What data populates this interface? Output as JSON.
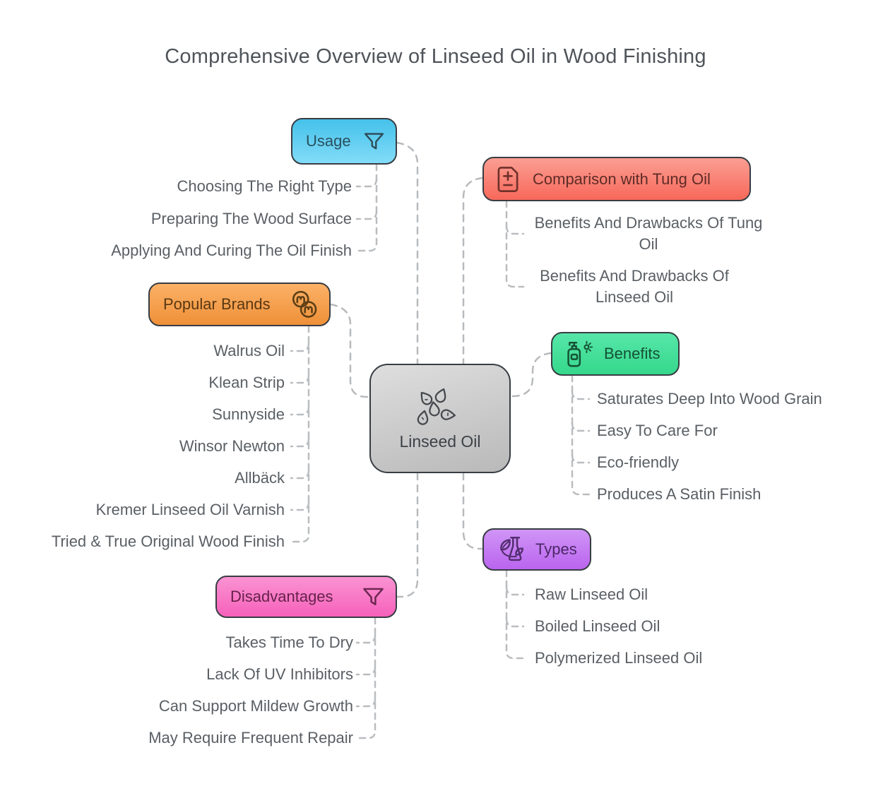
{
  "title": "Comprehensive Overview of Linseed Oil in Wood Finishing",
  "center": {
    "label": "Linseed Oil",
    "icon": "flax-seeds-icon"
  },
  "branches": {
    "usage": {
      "label": "Usage",
      "icon": "funnel-icon",
      "color": "#4ac4ec",
      "children": [
        "Choosing The Right Type",
        "Preparing The Wood Surface",
        "Applying And Curing The Oil Finish"
      ]
    },
    "comparison": {
      "label": "Comparison with Tung Oil",
      "icon": "file-diff-icon",
      "color": "#f8796b",
      "children": [
        "Benefits And Drawbacks Of Tung Oil",
        "Benefits And Drawbacks Of Linseed Oil"
      ]
    },
    "brands": {
      "label": "Popular Brands",
      "icon": "coins-icon",
      "color": "#f5a04c",
      "children": [
        "Walrus Oil",
        "Klean Strip",
        "Sunnyside",
        "Winsor Newton",
        "Allbäck",
        "Kremer Linseed Oil Varnish",
        "Tried & True Original Wood Finish"
      ]
    },
    "benefits": {
      "label": "Benefits",
      "icon": "soap-bottle-sparkle-icon",
      "color": "#45df99",
      "children": [
        "Saturates Deep Into Wood Grain",
        "Easy To Care For",
        "Eco-friendly",
        "Produces A Satin Finish"
      ]
    },
    "types": {
      "label": "Types",
      "icon": "flask-leaves-icon",
      "color": "#c57ef2",
      "children": [
        "Raw Linseed Oil",
        "Boiled Linseed Oil",
        "Polymerized Linseed Oil"
      ]
    },
    "disadvantages": {
      "label": "Disadvantages",
      "icon": "funnel-icon",
      "color": "#f87bc9",
      "children": [
        "Takes Time To Dry",
        "Lack Of UV Inhibitors",
        "Can Support Mildew Growth",
        "May Require Frequent Repair"
      ]
    }
  },
  "connector_color": "#b7babd"
}
